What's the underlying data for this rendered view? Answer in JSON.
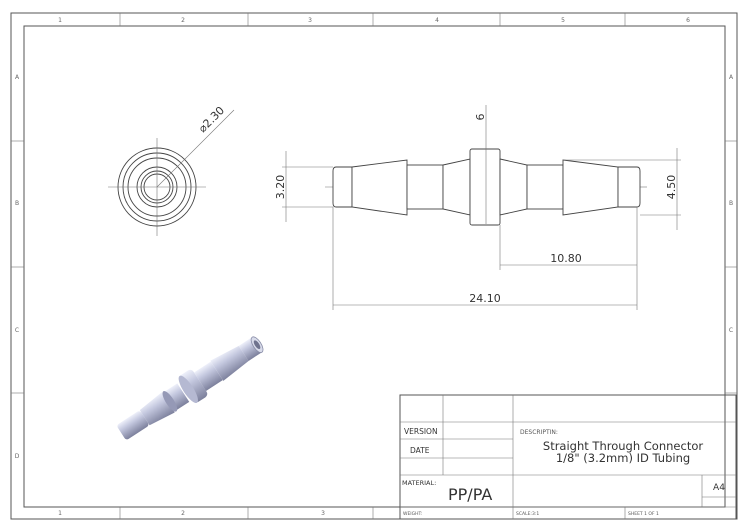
{
  "zones": {
    "top": [
      "1",
      "2",
      "3",
      "4",
      "5",
      "6"
    ],
    "bottom": [
      "1",
      "2",
      "3"
    ],
    "left": [
      "A",
      "B",
      "C",
      "D"
    ],
    "right": [
      "A",
      "B",
      "C",
      "D"
    ]
  },
  "dimensions": {
    "end_diameter": "⌀2.30",
    "flange": "6",
    "left_od": "3.20",
    "right_od": "4.50",
    "half_length": "10.80",
    "overall_length": "24.10"
  },
  "title_block": {
    "version_label": "VERSION",
    "date_label": "DATE",
    "description_label": "DESCRIPTIN:",
    "description_line1": "Straight  Through Connector",
    "description_line2": "1/8\" (3.2mm) ID Tubing",
    "material_label": "MATERIAL:",
    "material_value": "PP/PA",
    "size": "A4",
    "weight_label": "WEIGHT:",
    "scale_label": "SCALE:3:1",
    "sheet_label": "SHEET 1 OF 1"
  },
  "colors": {
    "part_shade": "#a9adc8",
    "line": "#555555"
  }
}
